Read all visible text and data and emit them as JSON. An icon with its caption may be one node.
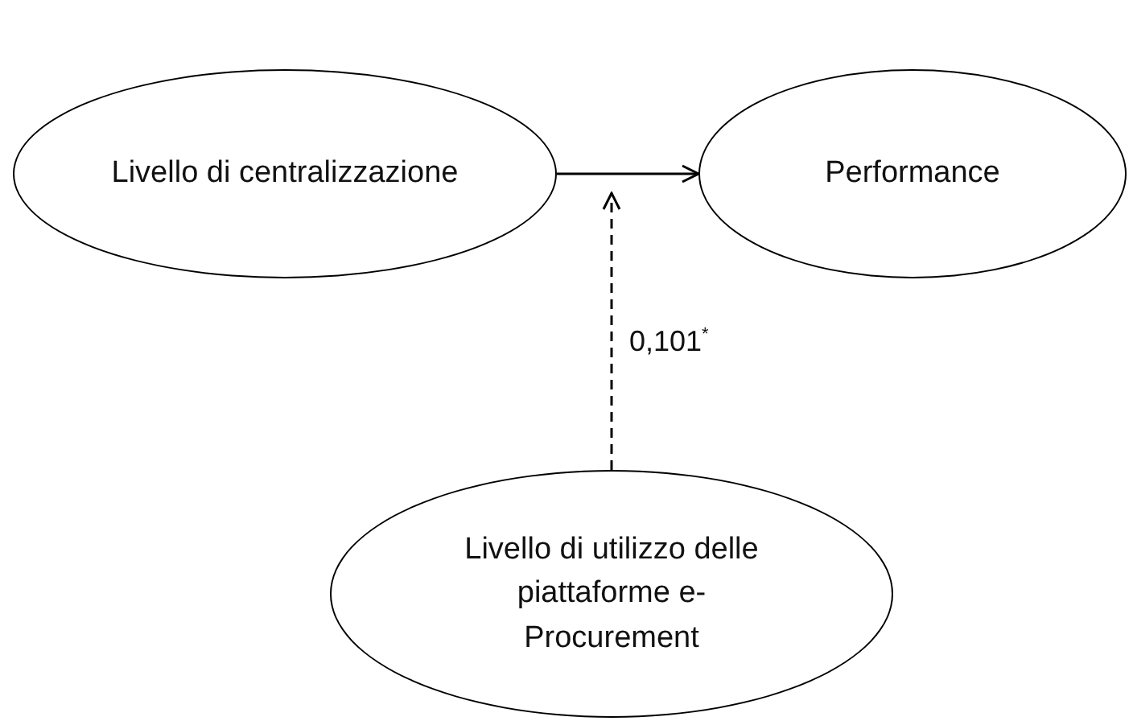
{
  "diagram": {
    "nodes": [
      {
        "text": [
          "Livello di centralizzazione"
        ]
      },
      {
        "text": [
          "Performance"
        ]
      },
      {
        "text": [
          "Livello di utilizzo delle piattaforme e-Procurement"
        ]
      }
    ],
    "edges": [
      {
        "from": 0,
        "to": 1,
        "arrow": "to"
      },
      {
        "from": 2,
        "to": null,
        "arrow": "to",
        "style": "dashed",
        "label": "0,101$^{*}$"
      }
    ]
  }
}
